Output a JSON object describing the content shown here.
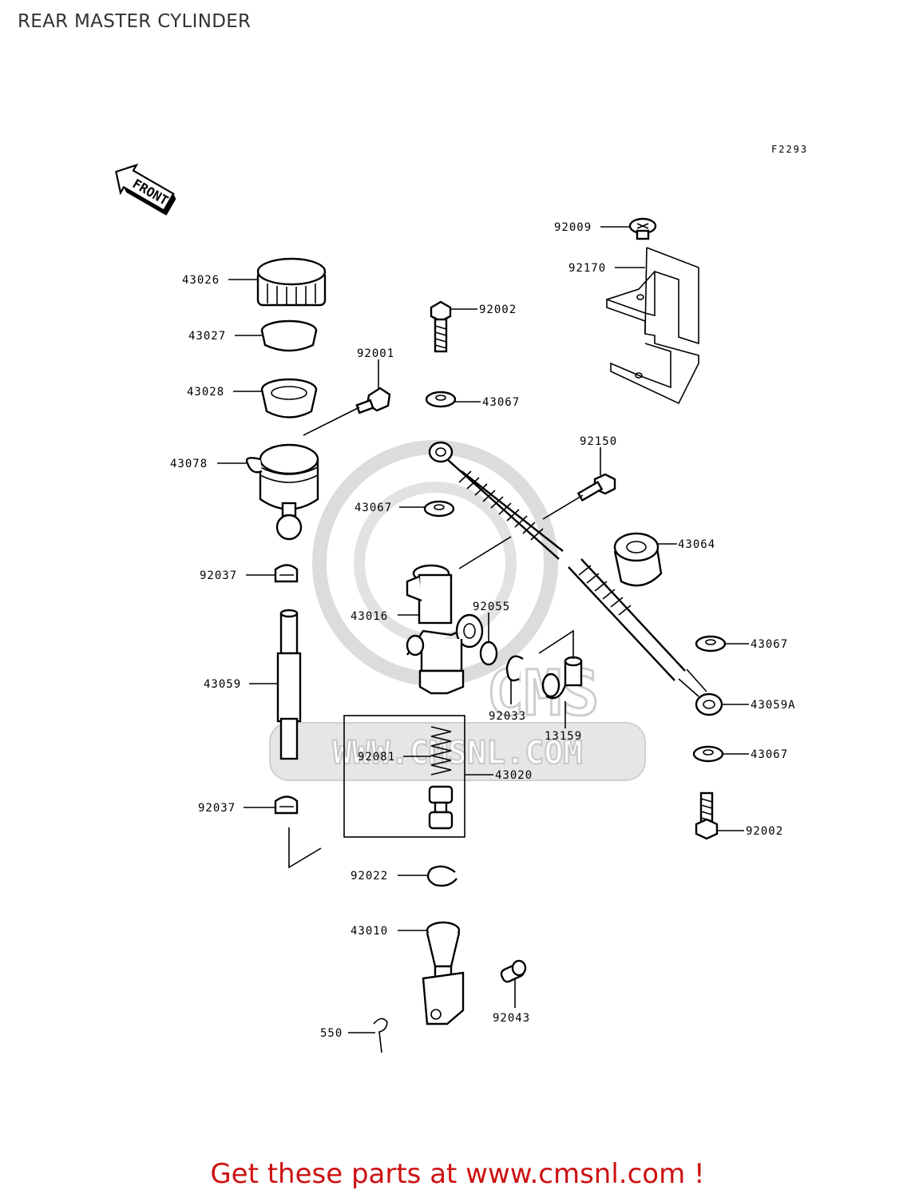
{
  "title": "REAR MASTER CYLINDER",
  "figure_code": "F2293",
  "front_label": "FRONT",
  "watermark": {
    "text": "WWW.CMSNL.COM",
    "logo_text": "CMS",
    "color": "#d9d9d9"
  },
  "cta": {
    "text": "Get these parts at www.cmsnl.com !",
    "color": "#cc1111"
  },
  "parts": [
    {
      "id": "p-92009",
      "number": "92009"
    },
    {
      "id": "p-92170",
      "number": "92170"
    },
    {
      "id": "p-43026",
      "number": "43026"
    },
    {
      "id": "p-92002-top",
      "number": "92002"
    },
    {
      "id": "p-43027",
      "number": "43027"
    },
    {
      "id": "p-92001",
      "number": "92001"
    },
    {
      "id": "p-43028",
      "number": "43028"
    },
    {
      "id": "p-43067-a",
      "number": "43067"
    },
    {
      "id": "p-92150",
      "number": "92150"
    },
    {
      "id": "p-43078",
      "number": "43078"
    },
    {
      "id": "p-43067-b",
      "number": "43067"
    },
    {
      "id": "p-43064",
      "number": "43064"
    },
    {
      "id": "p-92037-a",
      "number": "92037"
    },
    {
      "id": "p-92055",
      "number": "92055"
    },
    {
      "id": "p-43016",
      "number": "43016"
    },
    {
      "id": "p-43067-c",
      "number": "43067"
    },
    {
      "id": "p-43059",
      "number": "43059"
    },
    {
      "id": "p-92033",
      "number": "92033"
    },
    {
      "id": "p-43059a",
      "number": "43059A"
    },
    {
      "id": "p-13159",
      "number": "13159"
    },
    {
      "id": "p-92081",
      "number": "92081"
    },
    {
      "id": "p-43020",
      "number": "43020"
    },
    {
      "id": "p-43067-d",
      "number": "43067"
    },
    {
      "id": "p-92037-b",
      "number": "92037"
    },
    {
      "id": "p-92002-bot",
      "number": "92002"
    },
    {
      "id": "p-92022",
      "number": "92022"
    },
    {
      "id": "p-43010",
      "number": "43010"
    },
    {
      "id": "p-92043",
      "number": "92043"
    },
    {
      "id": "p-550",
      "number": "550"
    }
  ]
}
